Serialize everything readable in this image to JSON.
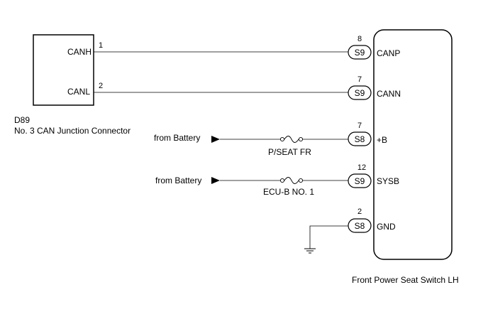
{
  "left_connector": {
    "pins": [
      {
        "num": "1",
        "name": "CANH"
      },
      {
        "num": "2",
        "name": "CANL"
      }
    ],
    "code": "D89",
    "title": "No. 3 CAN Junction Connector"
  },
  "right_component": {
    "title": "Front Power Seat Switch LH",
    "terminals": [
      {
        "num": "8",
        "connector": "S9",
        "name": "CANP"
      },
      {
        "num": "7",
        "connector": "S9",
        "name": "CANN"
      },
      {
        "num": "7",
        "connector": "S8",
        "name": "+B"
      },
      {
        "num": "12",
        "connector": "S9",
        "name": "SYSB"
      },
      {
        "num": "2",
        "connector": "S8",
        "name": "GND"
      }
    ]
  },
  "power_feeds": [
    {
      "source": "from Battery",
      "fuse": "P/SEAT FR"
    },
    {
      "source": "from Battery",
      "fuse": "ECU-B NO. 1"
    }
  ]
}
